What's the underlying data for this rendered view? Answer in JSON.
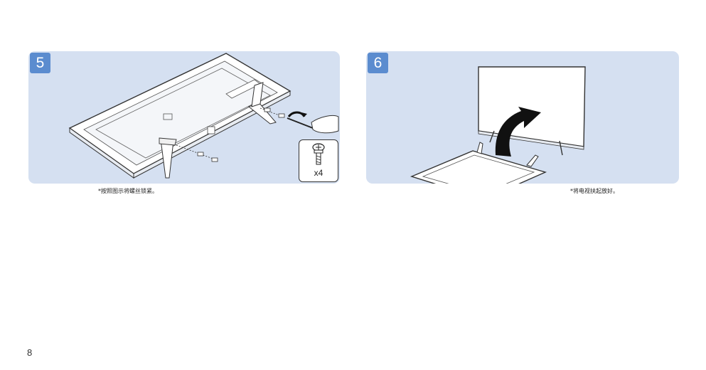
{
  "steps": [
    {
      "number": "5",
      "caption": "*按照图示将螺丝锁紧。",
      "screw_count": "x4"
    },
    {
      "number": "6",
      "caption": "*将电视扶起放好。"
    }
  ],
  "page_number": "8",
  "colors": {
    "panel_bg": "#d5e0f1",
    "badge": "#5b8ccf",
    "arrow": "#111111"
  }
}
